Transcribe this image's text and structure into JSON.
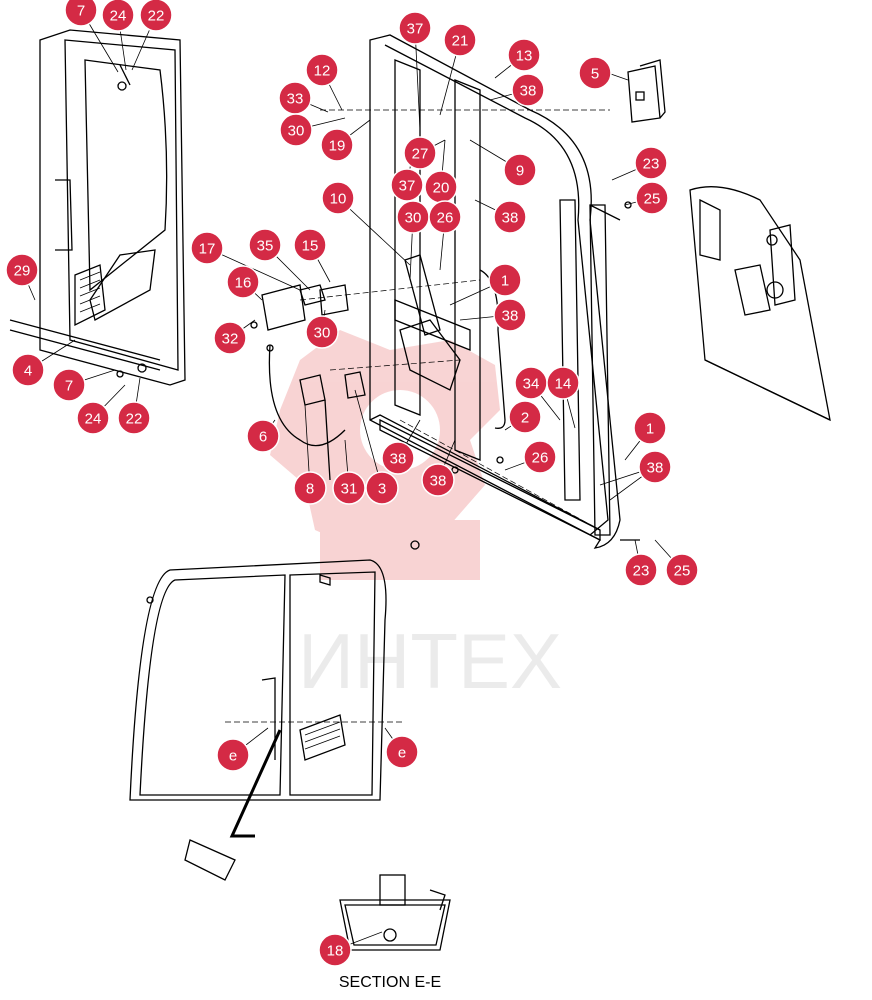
{
  "callouts": [
    {
      "label": "7"
    },
    {
      "label": "24"
    },
    {
      "label": "22"
    },
    {
      "label": "29"
    },
    {
      "label": "4"
    },
    {
      "label": "7"
    },
    {
      "label": "24"
    },
    {
      "label": "22"
    },
    {
      "label": "12"
    },
    {
      "label": "33"
    },
    {
      "label": "30"
    },
    {
      "label": "19"
    },
    {
      "label": "37"
    },
    {
      "label": "21"
    },
    {
      "label": "13"
    },
    {
      "label": "38"
    },
    {
      "label": "5"
    },
    {
      "label": "27"
    },
    {
      "label": "9"
    },
    {
      "label": "37"
    },
    {
      "label": "20"
    },
    {
      "label": "10"
    },
    {
      "label": "30"
    },
    {
      "label": "26"
    },
    {
      "label": "38"
    },
    {
      "label": "23"
    },
    {
      "label": "25"
    },
    {
      "label": "17"
    },
    {
      "label": "35"
    },
    {
      "label": "15"
    },
    {
      "label": "16"
    },
    {
      "label": "32"
    },
    {
      "label": "30"
    },
    {
      "label": "1"
    },
    {
      "label": "38"
    },
    {
      "label": "34"
    },
    {
      "label": "14"
    },
    {
      "label": "2"
    },
    {
      "label": "1"
    },
    {
      "label": "6"
    },
    {
      "label": "38"
    },
    {
      "label": "26"
    },
    {
      "label": "38"
    },
    {
      "label": "8"
    },
    {
      "label": "31"
    },
    {
      "label": "3"
    },
    {
      "label": "38"
    },
    {
      "label": "23"
    },
    {
      "label": "25"
    },
    {
      "label": "e"
    },
    {
      "label": "e"
    },
    {
      "label": "18"
    }
  ],
  "section_label": "SECTION E-E",
  "watermark_text": "ИНТЕХ",
  "colors": {
    "callout": "#d42a45",
    "watermark": "#f0b5b5",
    "line": "#000000"
  }
}
